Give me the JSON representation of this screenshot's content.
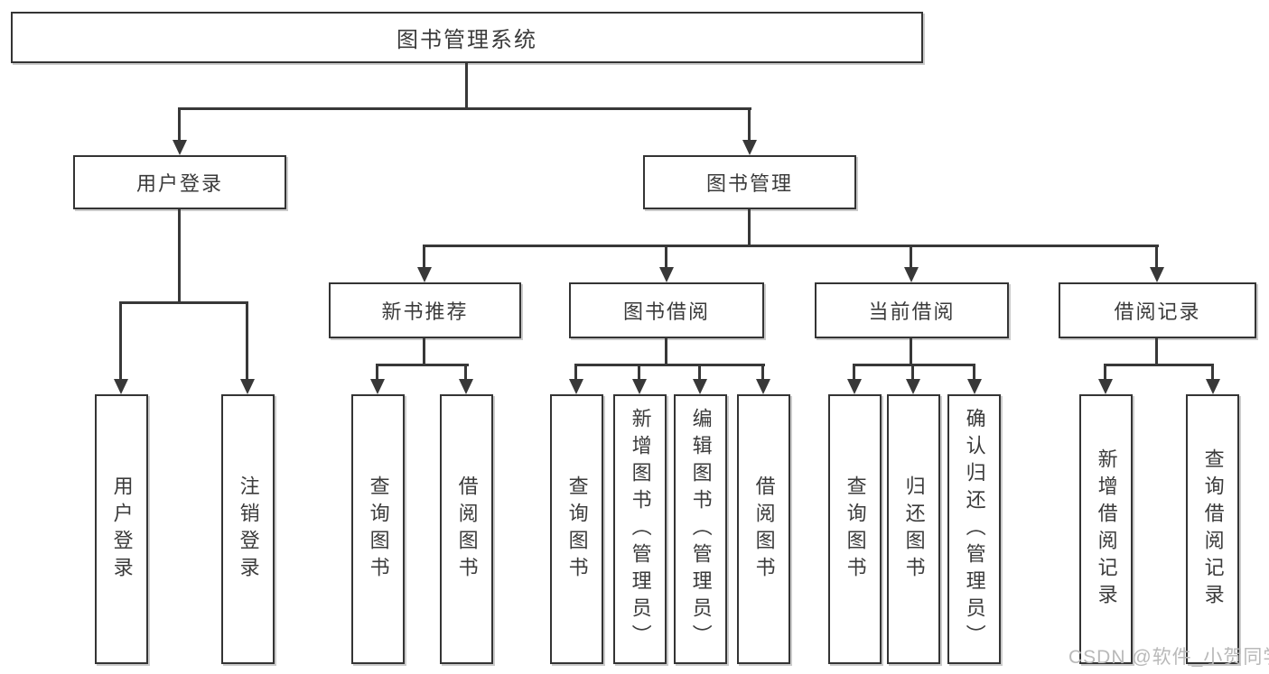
{
  "colors": {
    "line": "#383838",
    "box_border": "#343434",
    "text": "#3b3b3b",
    "watermark": "#b9b9b9",
    "background": "#ffffff"
  },
  "diagram": {
    "root": {
      "label": "图书管理系统"
    },
    "level2": [
      {
        "label": "用户登录"
      },
      {
        "label": "图书管理"
      }
    ],
    "level3": [
      {
        "label": "新书推荐"
      },
      {
        "label": "图书借阅"
      },
      {
        "label": "当前借阅"
      },
      {
        "label": "借阅记录"
      }
    ],
    "leaves": {
      "user_login": [
        "用户登录",
        "注销登录"
      ],
      "new_books": [
        "查询图书",
        "借阅图书"
      ],
      "borrowing": [
        "查询图书",
        "新增图书（管理员）",
        "编辑图书（管理员）",
        "借阅图书"
      ],
      "current": [
        "查询图书",
        "归还图书",
        "确认归还（管理员）"
      ],
      "records": [
        "新增借阅记录",
        "查询借阅记录"
      ]
    }
  },
  "watermark": {
    "text": "CSDN @软件_小贺同学"
  }
}
